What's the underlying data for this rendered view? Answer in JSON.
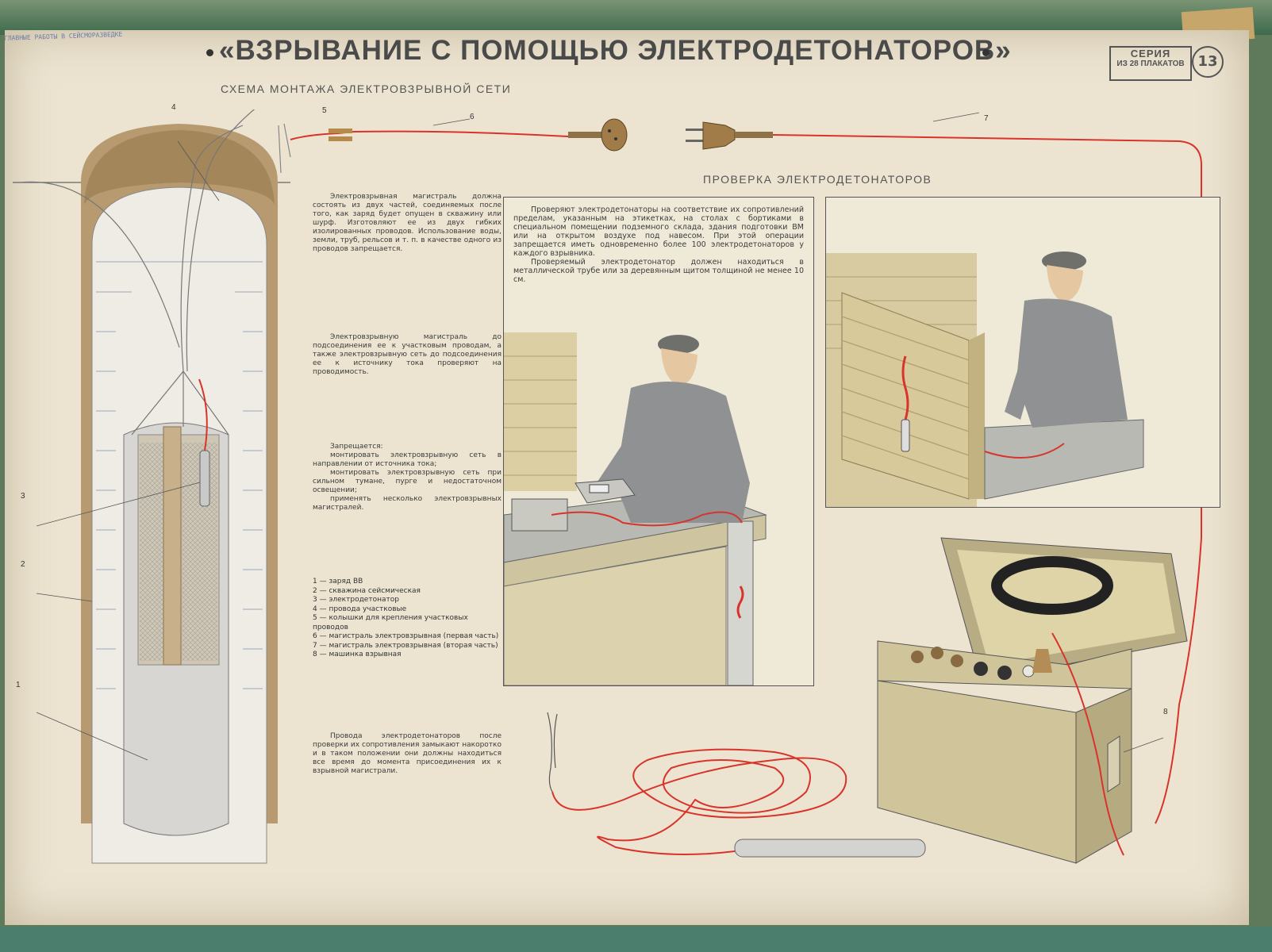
{
  "header": {
    "title": "«ВЗРЫВАНИЕ С ПОМОЩЬЮ ЭЛЕКТРОДЕТОНАТОРОВ»",
    "series_label": "СЕРИЯ",
    "series_count": "ИЗ 28 ПЛАКАТОВ",
    "series_number": "13"
  },
  "stamp": "ГЛАВНЫЕ РАБОТЫ В СЕЙСМОРАЗВЕДКЕ",
  "sections": {
    "scheme_title": "СХЕМА МОНТАЖА ЭЛЕКТРОВЗРЫВНОЙ СЕТИ",
    "check_title": "ПРОВЕРКА ЭЛЕКТРОДЕТОНАТОРОВ"
  },
  "texts": {
    "p1": "Электровзрывная магистраль должна состоять из двух частей, соединяемых после того, как заряд будет опущен в скважину или шурф. Изготовляют ее из двух гибких изолированных проводов. Использование воды, земли, труб, рельсов и т. п. в качестве одного из проводов запрещается.",
    "p2": "Электровзрывную магистраль до подсоединения ее к участковым проводам, а также электровзрывную сеть до подсоединения ее к источнику тока проверяют на проводимость.",
    "p3_title": "Запрещается:",
    "p3_items": [
      "монтировать электровзрывную сеть в направлении от источника тока;",
      "монтировать электровзрывную сеть при сильном тумане, пурге и недостаточном освещении;",
      "применять несколько электровзрывных магистралей."
    ],
    "p4": "Провода электродетонаторов после проверки их сопротивления замыкают накоротко и в таком положении они должны находиться все время до момента присоединения их к взрывной магистрали.",
    "check_p1": "Проверяют электродетонаторы на соответствие их сопротивлений пределам, указанным на этикетках, на столах с бортиками в специальном помещении подземного склада, здания подготовки ВМ или на открытом воздухе под навесом. При этой операции запрещается иметь одновременно более 100 электродетонаторов у каждого взрывника.",
    "check_p2": "Проверяемый электродетонатор должен находиться в металлической трубе или за деревянным щитом толщиной не менее 10 см."
  },
  "legend": [
    "1 — заряд ВВ",
    "2 — скважина сейсмическая",
    "3 — электродетонатор",
    "4 — провода участковые",
    "5 — колышки для крепления участковых проводов",
    "6 — магистраль электровзрывная (первая часть)",
    "7 — магистраль электровзрывная (вторая часть)",
    "8 — машинка взрывная"
  ],
  "callouts": {
    "c1": "1",
    "c2": "2",
    "c3": "3",
    "c4": "4",
    "c5": "5",
    "c6": "6",
    "c7": "7",
    "c8": "8"
  },
  "colors": {
    "paper": "#ece4d1",
    "wire_red": "#d8342b",
    "shadow_gray": "#9a9a96",
    "wood": "#d8cba2"
  }
}
